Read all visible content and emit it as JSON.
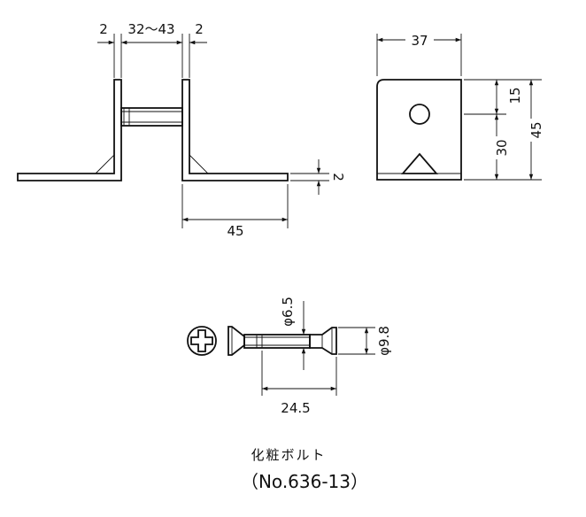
{
  "front_view": {
    "dim_left_wall": "2",
    "dim_gap": "32～43",
    "dim_right_wall": "2",
    "dim_thickness": "2",
    "dim_leg_length": "45"
  },
  "side_view": {
    "dim_width": "37",
    "dim_hole_from_top": "15",
    "dim_hole_to_bottom": "30",
    "dim_height": "45"
  },
  "bolt": {
    "dim_shank_dia": "φ6.5",
    "dim_head_dia": "φ9.8",
    "dim_length": "24.5"
  },
  "caption": {
    "name": "化粧ボルト",
    "model": "（No.636-13）"
  },
  "colors": {
    "line": "#111111",
    "background": "#ffffff"
  },
  "icons": {
    "bolt_head_end_view": "phillips-cross-icon"
  }
}
